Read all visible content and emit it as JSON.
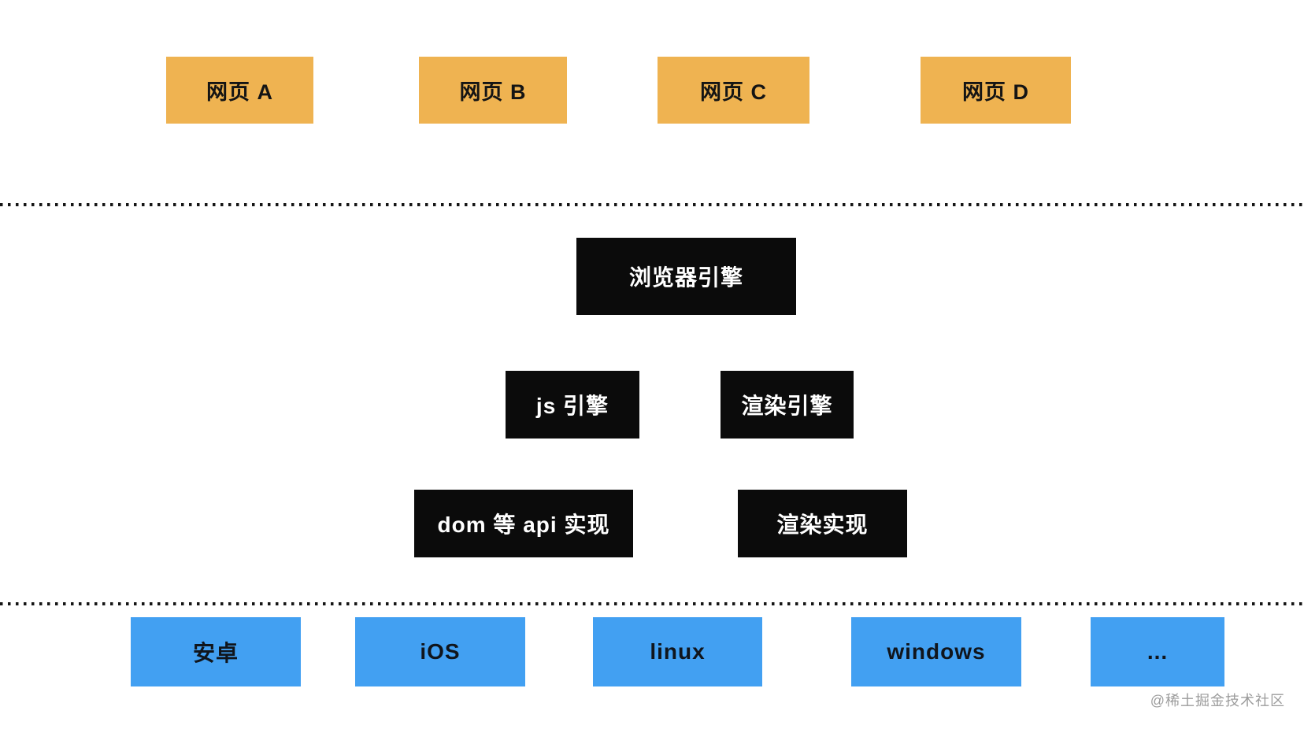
{
  "webpages": {
    "a": "网页 A",
    "b": "网页 B",
    "c": "网页 C",
    "d": "网页 D"
  },
  "engines": {
    "browser": "浏览器引擎",
    "js": "js 引擎",
    "render": "渲染引擎",
    "dom_api": "dom 等 api 实现",
    "render_impl": "渲染实现"
  },
  "platforms": {
    "android": "安卓",
    "ios": "iOS",
    "linux": "linux",
    "windows": "windows",
    "more": "..."
  },
  "watermark": "@稀土掘金技术社区",
  "colors": {
    "webpage_box": "#EFB351",
    "engine_box": "#0B0B0B",
    "platform_box": "#42A0F2",
    "box_text_dark": "#141414",
    "box_text_light": "#FFFFFF",
    "separator_dots": "#151515",
    "watermark_text": "#9C9C9C",
    "background": "#FFFFFF"
  }
}
